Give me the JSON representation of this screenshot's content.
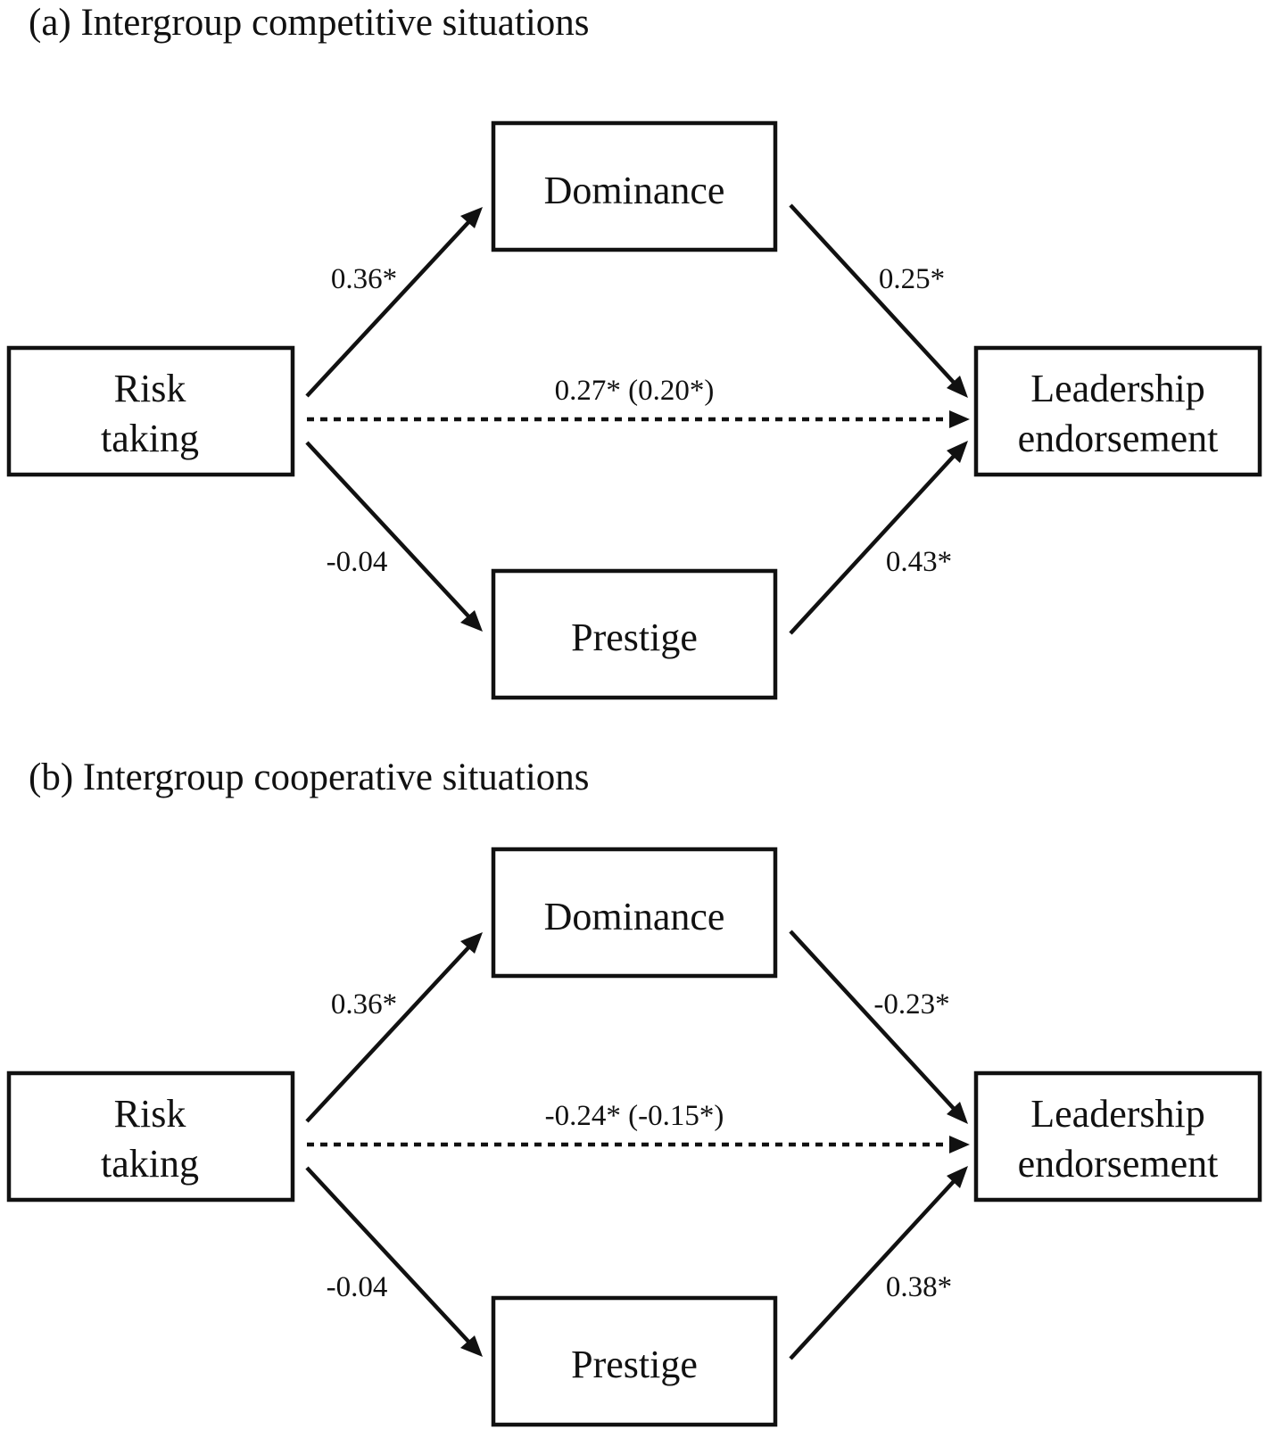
{
  "panels": [
    {
      "title": "(a) Intergroup competitive situations",
      "nodes": {
        "risk_line1": "Risk",
        "risk_line2": "taking",
        "dominance": "Dominance",
        "prestige": "Prestige",
        "leadership_line1": "Leadership",
        "leadership_line2": "endorsement"
      },
      "paths": {
        "risk_to_dominance": "0.36*",
        "dominance_to_leadership": "0.25*",
        "risk_to_leadership": "0.27* (0.20*)",
        "risk_to_prestige": "-0.04",
        "prestige_to_leadership": "0.43*"
      }
    },
    {
      "title": "(b) Intergroup cooperative situations",
      "nodes": {
        "risk_line1": "Risk",
        "risk_line2": "taking",
        "dominance": "Dominance",
        "prestige": "Prestige",
        "leadership_line1": "Leadership",
        "leadership_line2": "endorsement"
      },
      "paths": {
        "risk_to_dominance": "0.36*",
        "dominance_to_leadership": "-0.23*",
        "risk_to_leadership": "-0.24* (-0.15*)",
        "risk_to_prestige": "-0.04",
        "prestige_to_leadership": "0.38*"
      }
    }
  ]
}
